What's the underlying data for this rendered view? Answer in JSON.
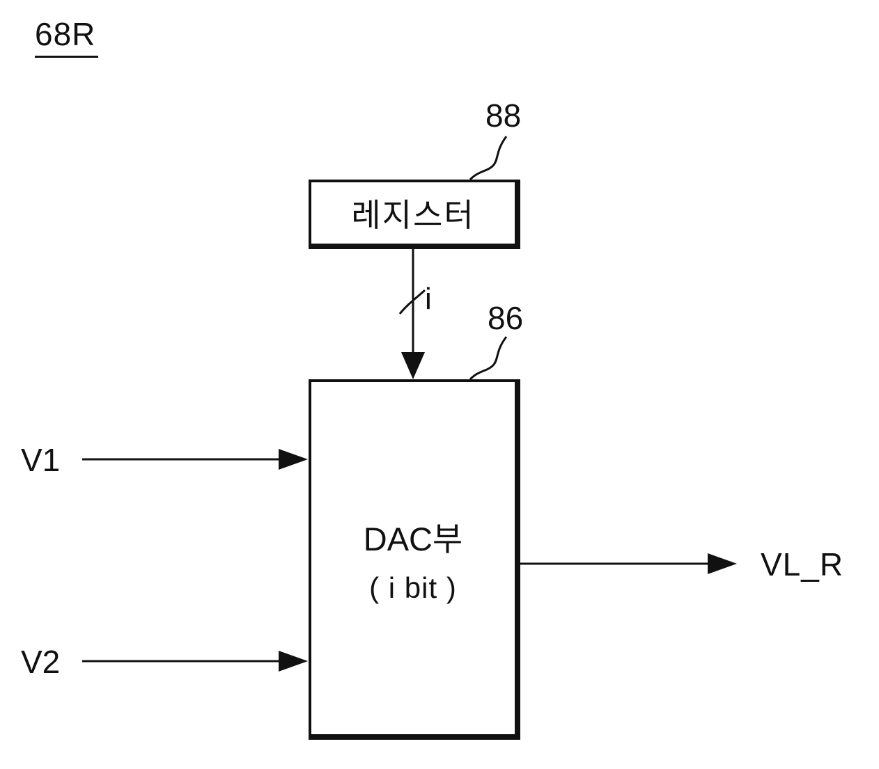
{
  "figure": {
    "label": "68R"
  },
  "register": {
    "label": "레지스터",
    "ref": "88"
  },
  "dac": {
    "title": "DAC부",
    "subtitle": "( i bit )",
    "ref": "86"
  },
  "bus": {
    "width_label": "i"
  },
  "inputs": [
    {
      "label": "V1"
    },
    {
      "label": "V2"
    }
  ],
  "output": {
    "label": "VL_R"
  },
  "colors": {
    "line": "#111111",
    "background": "#ffffff",
    "text": "#111111"
  }
}
